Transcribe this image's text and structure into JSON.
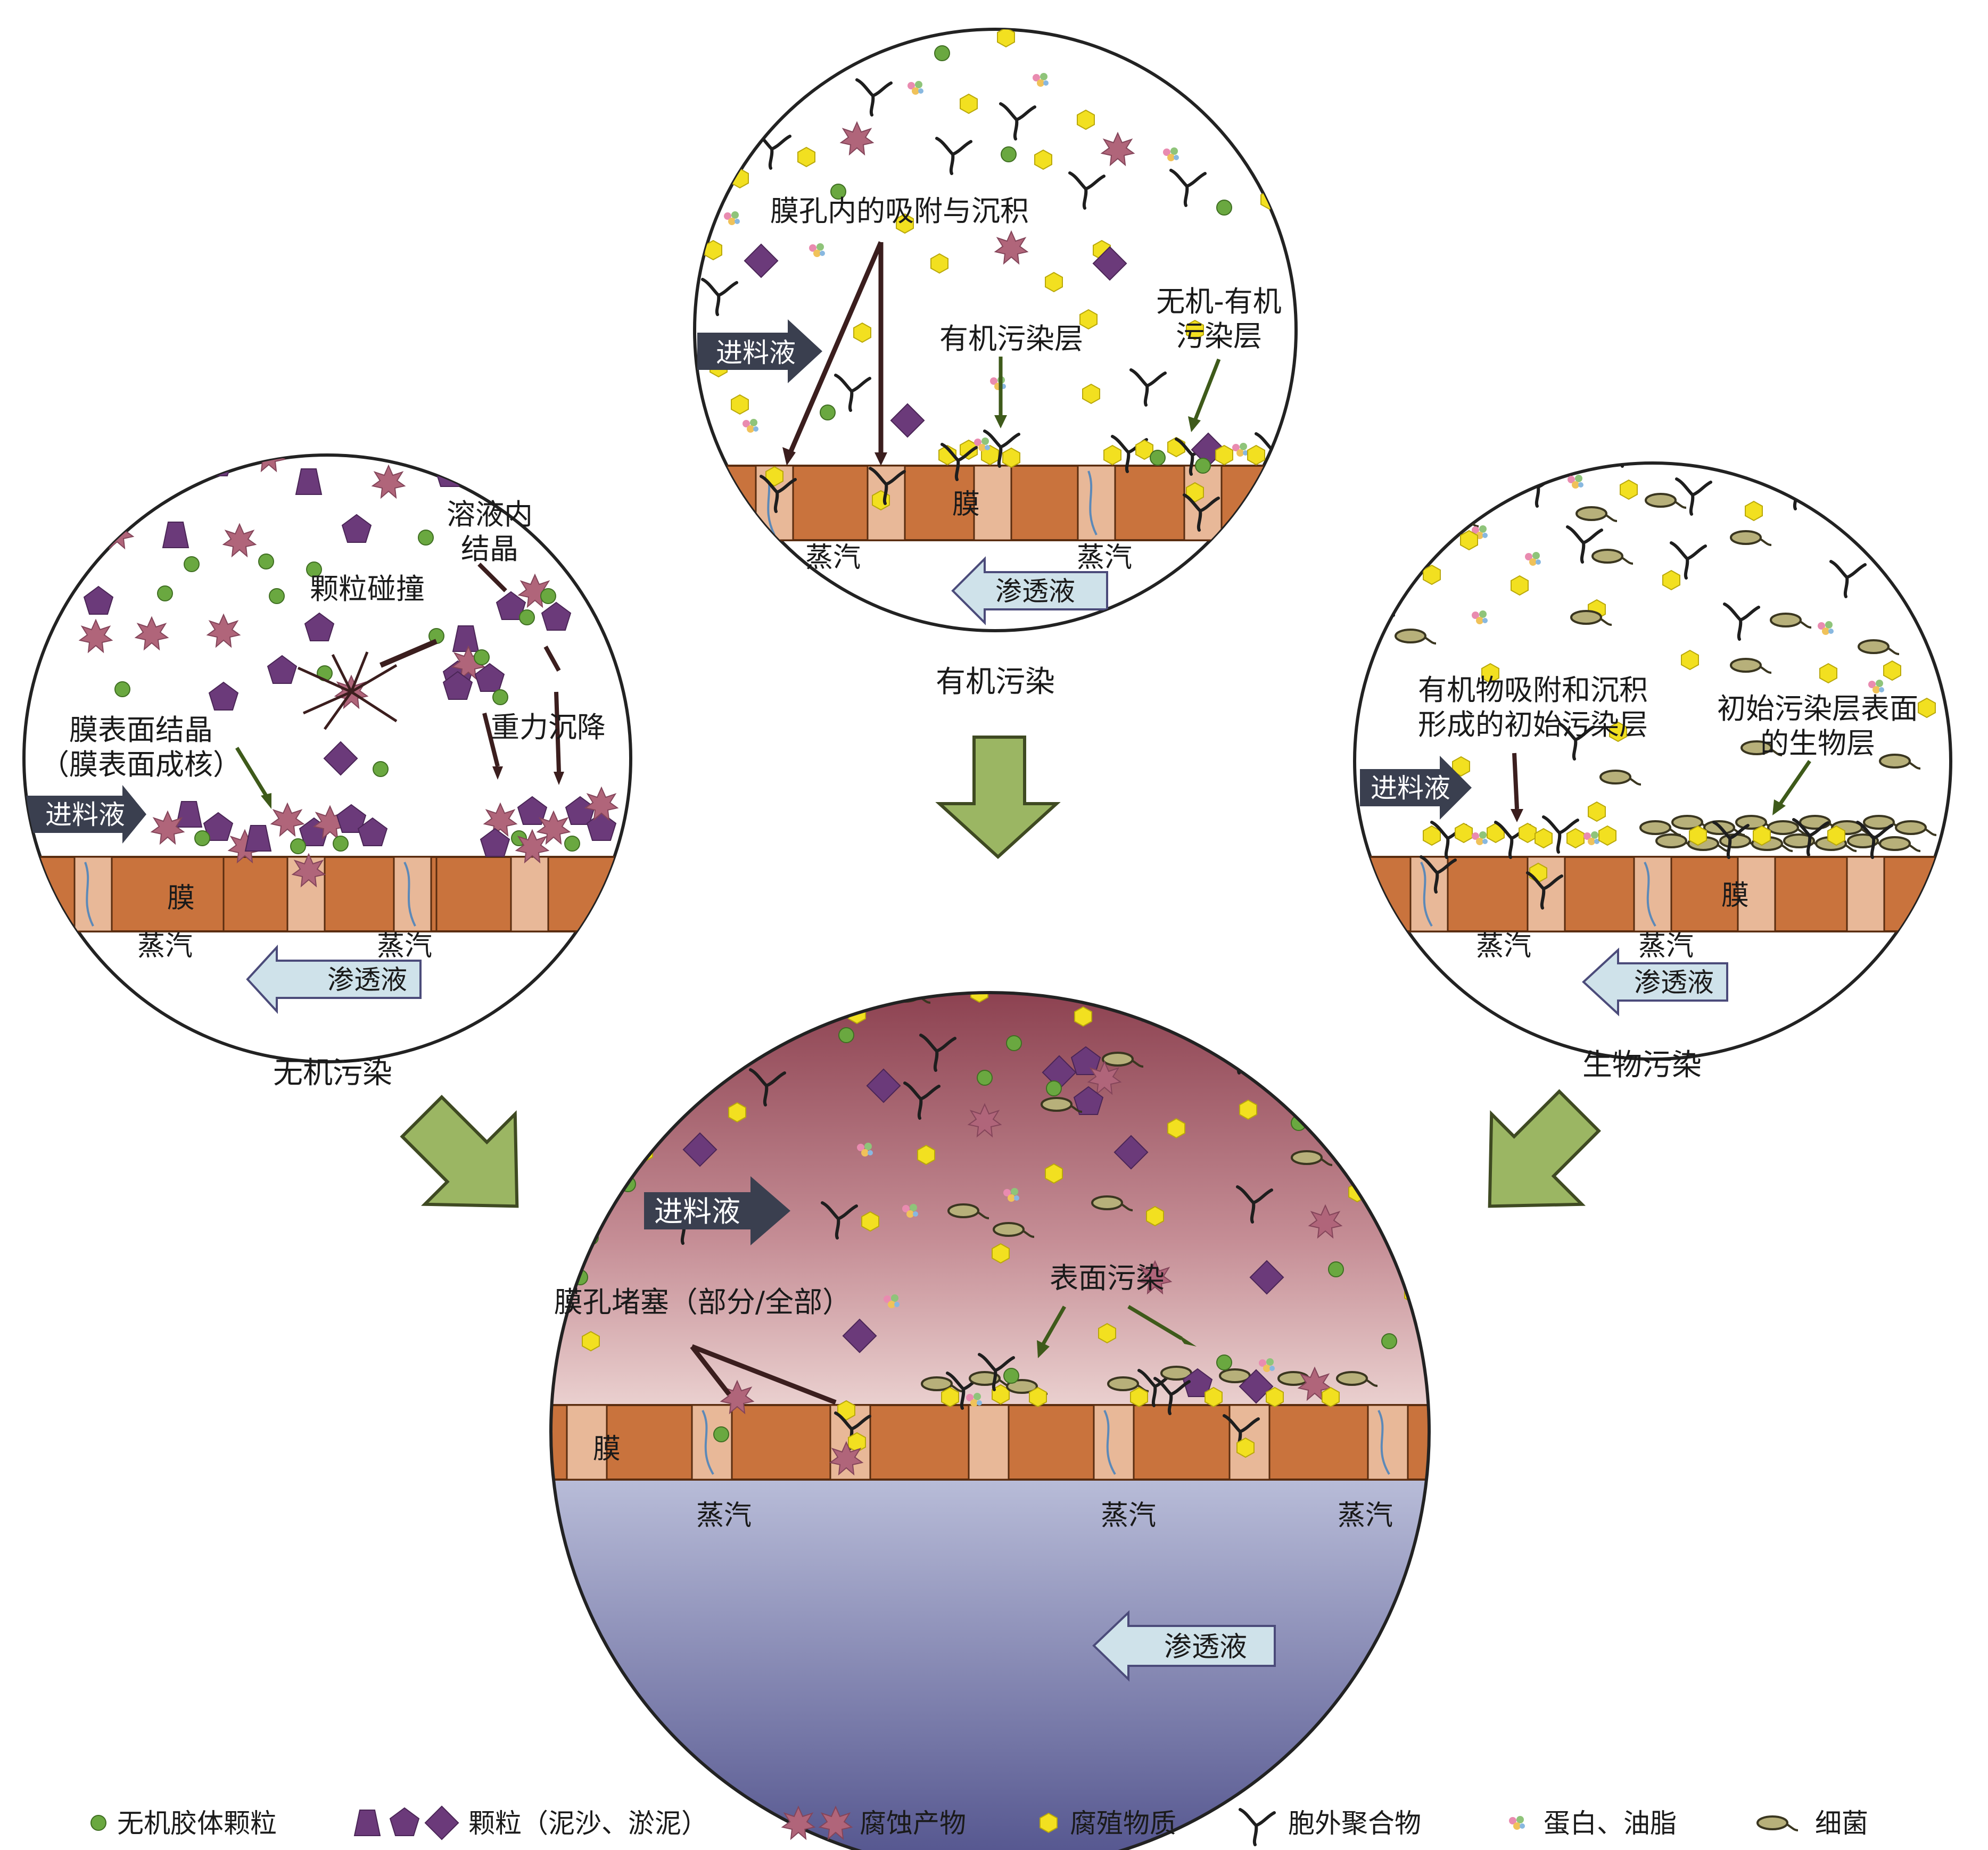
{
  "panels": {
    "inorganic": {
      "caption": "无机污染",
      "solution_crystal": "溶液内\n结晶",
      "particle_collision": "颗粒碰撞",
      "surface_crystal": "膜表面结晶\n（膜表面成核）",
      "gravity": "重力沉降",
      "feed": "进料液",
      "membrane": "膜",
      "vapor_left": "蒸汽",
      "vapor_right": "蒸汽",
      "permeate": "渗透液"
    },
    "organic": {
      "caption": "有机污染",
      "pore_adsorption": "膜孔内的吸附与沉积",
      "organic_layer": "有机污染层",
      "mixed_layer": "无机-有机\n污染层",
      "feed": "进料液",
      "membrane": "膜",
      "vapor_left": "蒸汽",
      "vapor_right": "蒸汽",
      "permeate": "渗透液"
    },
    "bio": {
      "caption": "生物污染",
      "initial_layer": "有机物吸附和沉积\n形成的初始污染层",
      "biolayer": "初始污染层表面\n的生物层",
      "feed": "进料液",
      "membrane": "膜",
      "vapor_left": "蒸汽",
      "vapor_right": "蒸汽",
      "permeate": "渗透液"
    },
    "combined": {
      "feed": "进料液",
      "pore_blocking": "膜孔堵塞（部分/全部）",
      "surface_fouling": "表面污染",
      "membrane": "膜",
      "vapor_1": "蒸汽",
      "vapor_2": "蒸汽",
      "vapor_3": "蒸汽",
      "permeate": "渗透液"
    }
  },
  "legend": [
    {
      "icon": "colloid-icon",
      "label": "无机胶体颗粒"
    },
    {
      "icon": "particle-icon",
      "label": "颗粒（泥沙、淤泥）"
    },
    {
      "icon": "corrosion-icon",
      "label": "腐蚀产物"
    },
    {
      "icon": "humic-icon",
      "label": "腐殖物质"
    },
    {
      "icon": "eps-icon",
      "label": "胞外聚合物"
    },
    {
      "icon": "protein-icon",
      "label": "蛋白、油脂"
    },
    {
      "icon": "bacteria-icon",
      "label": "细菌"
    }
  ],
  "colors": {
    "membrane": "#c9733d",
    "pore": "#e8b898",
    "humic": "#f2e020",
    "colloid": "#6aa840",
    "particle": "#6b3a7a",
    "corrosion": "#b0657a",
    "green_arrow": "#9bb663",
    "feed_arrow": "#3a3f4f",
    "permeate_arrow": "#cfe2ea"
  }
}
